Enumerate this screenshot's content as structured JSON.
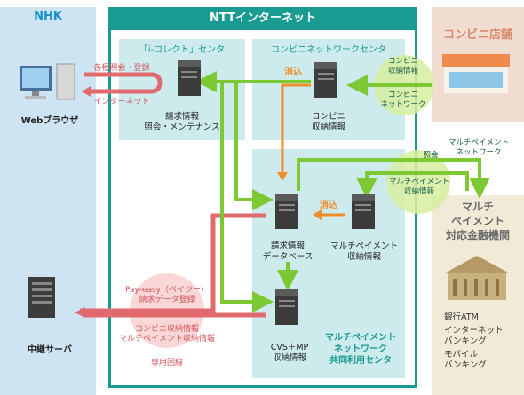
{
  "nhk": {
    "title": "NHK",
    "browser_label": "Webブラウザ",
    "relay_label": "中継サーバ"
  },
  "ntt": {
    "title": "NTTインターネット"
  },
  "i_collect": {
    "title": "「i-コレクト」センタ",
    "server_label": "請求情報\n照会・メンテナンス"
  },
  "conv_center": {
    "title": "コンビニネットワークセンタ",
    "server_label": "コンビニ\n収納情報",
    "erase_label": "消込"
  },
  "mp_center": {
    "title": "マルチペイメント\nネットワーク\n共同利用センタ",
    "db_label": "請求情報\nデータベース",
    "mp_label": "マルチペイメント\n収納情報",
    "cvs_label": "CVS＋MP\n収納情報",
    "erase_label": "消込"
  },
  "store": {
    "title": "コンビニ店舗"
  },
  "bank": {
    "title": "マルチ\nペイメント\n対応金融機関",
    "channels": [
      "銀行ATM",
      "インターネット\nバンキング",
      "モバイル\nバンキング"
    ]
  },
  "labels": {
    "browser_query": "各種照会・登録",
    "internet": "インターネット",
    "conv_info": "コンビニ\n収納情報",
    "conv_network": "コンビニ\nネットワーク",
    "mp_network": "マルチペイメント\nネットワーク",
    "inquiry": "照会",
    "mp_info": "マルチペイメント\n収納情報",
    "payeasy": "Pay-easy（ペイジー）\n請求データ登録",
    "relay_info": "コンビニ収納情報\nマルチペイメント収納情報",
    "dedicated": "専用回線"
  },
  "colors": {
    "teal": "#1a9b91",
    "green": "#7dc934",
    "orange": "#ef8d2a",
    "red": "#e06a6d"
  }
}
